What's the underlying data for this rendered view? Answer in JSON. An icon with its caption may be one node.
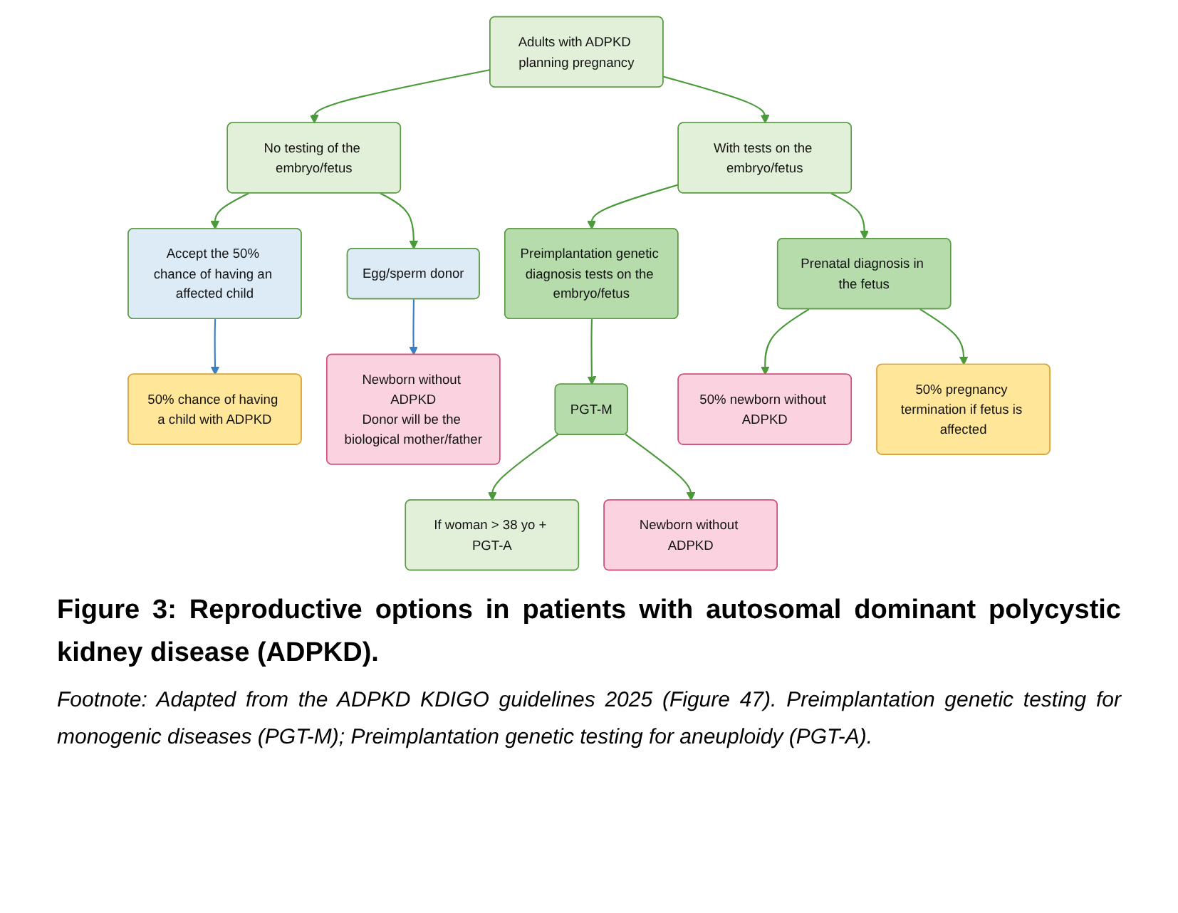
{
  "diagram": {
    "caption": "Figure 3: Reproductive options in patients with autosomal dominant polycystic kidney disease (ADPKD).",
    "nodes": [
      {
        "text": [
          "Adults with ADPKD planning pregnancy"
        ]
      },
      {
        "text": [
          "No testing of the embryo/fetus"
        ]
      },
      {
        "text": [
          "With tests on the embryo/fetus"
        ]
      },
      {
        "text": [
          "Accept the 50% chance of having an affected child"
        ]
      },
      {
        "text": [
          "Egg/sperm donor"
        ]
      },
      {
        "text": [
          "Preimplantation genetic diagnosis tests on the embryo/fetus"
        ]
      },
      {
        "text": [
          "Prenatal diagnosis in the fetus"
        ]
      },
      {
        "text": [
          "50% chance of having a child with ADPKD"
        ]
      },
      {
        "text": [
          "Newborn without ADPKD",
          "Donor will be the biological mother/father"
        ]
      },
      {
        "text": [
          "PGT-M"
        ]
      },
      {
        "text": [
          "If woman > 38 yo + PGT-A"
        ]
      },
      {
        "text": [
          "50% newborn without ADPKD"
        ]
      },
      {
        "text": [
          "50% pregnancy termination if fetus is affected"
        ]
      },
      {
        "text": [
          "Newborn without ADPKD"
        ]
      }
    ],
    "edges": [
      {
        "from": 0,
        "to": 1,
        "arrow": "to"
      },
      {
        "from": 0,
        "to": 2,
        "arrow": "to"
      },
      {
        "from": 1,
        "to": 3,
        "arrow": "to"
      },
      {
        "from": 1,
        "to": 4,
        "arrow": "to"
      },
      {
        "from": 2,
        "to": 5,
        "arrow": "to"
      },
      {
        "from": 2,
        "to": 6,
        "arrow": "to"
      },
      {
        "from": 3,
        "to": 7,
        "arrow": "to",
        "color": "#3a7fc4"
      },
      {
        "from": 4,
        "to": 8,
        "arrow": "to",
        "color": "#3a7fc4"
      },
      {
        "from": 5,
        "to": 9,
        "arrow": "to"
      },
      {
        "from": 9,
        "to": 10,
        "arrow": "to"
      },
      {
        "from": 9,
        "to": 13,
        "arrow": "to"
      },
      {
        "from": 6,
        "to": 11,
        "arrow": "to"
      },
      {
        "from": 6,
        "to": 12,
        "arrow": "to"
      }
    ],
    "labels": [
      "Footnote: Adapted from the ADPKD KDIGO guidelines 2025 (Figure 47). Preimplantation genetic testing for monogenic diseases (PGT-M); Preimplantation genetic testing for aneuploidy (PGT-A)."
    ]
  }
}
